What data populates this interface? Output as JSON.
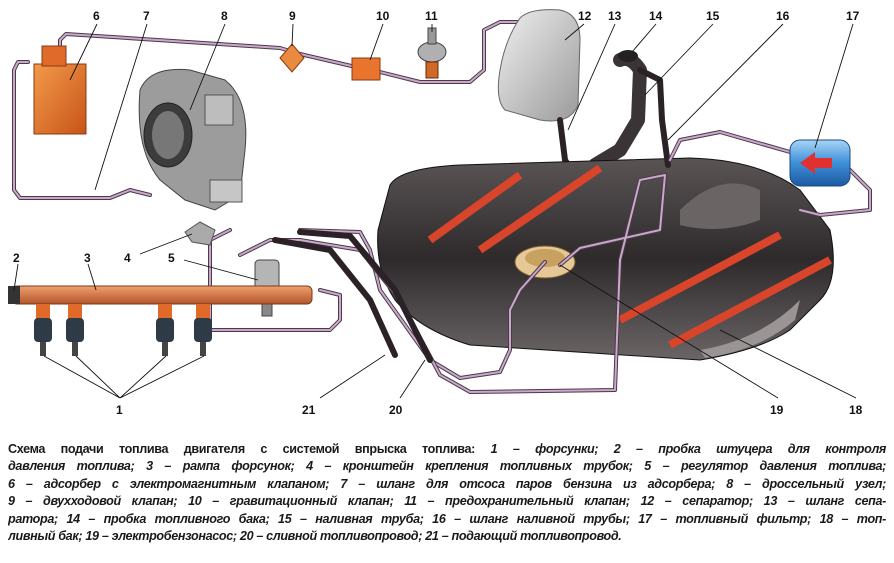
{
  "callouts": {
    "n1": "1",
    "n2": "2",
    "n3": "3",
    "n4": "4",
    "n5": "5",
    "n6": "6",
    "n7": "7",
    "n8": "8",
    "n9": "9",
    "n10": "10",
    "n11": "11",
    "n12": "12",
    "n13": "13",
    "n14": "14",
    "n15": "15",
    "n16": "16",
    "n17": "17",
    "n18": "18",
    "n19": "19",
    "n20": "20",
    "n21": "21"
  },
  "caption": {
    "title": "Схема подачи топлива двигателя с системой впрыска топлива:",
    "line1_rest": " 1 – форсунки; 2 – пробка штуцера для контроля",
    "line2": "давления топлива; 3 – рампа форсунок; 4 – кронштейн крепления топливных трубок; 5 – регулятор давления топлива;",
    "line3": "6 – адсорбер с электромагнитным клапаном; 7 – шланг для отсоса паров бензина из адсорбера; 8 – дроссельный узел;",
    "line4": "9 – двухходовой клапан; 10 – гравитационный клапан; 11 – предохранительный клапан; 12 – сепаратор; 13 – шланг сепа-",
    "line5": "ратора; 14 – пробка топливного бака; 15 – наливная труба; 16 – шланг наливной трубы; 17 – топливный фильтр; 18 – топ-",
    "line6": "ливный бак; 19 – электробензонасос; 20 – сливной топливопровод; 21 – подающий топливопровод."
  },
  "colors": {
    "tank": "#3a3536",
    "stripe": "#d8452a",
    "adsorber": "#e8742e",
    "filter": "#3d8fd8",
    "pipe": "#c9a8c9"
  }
}
